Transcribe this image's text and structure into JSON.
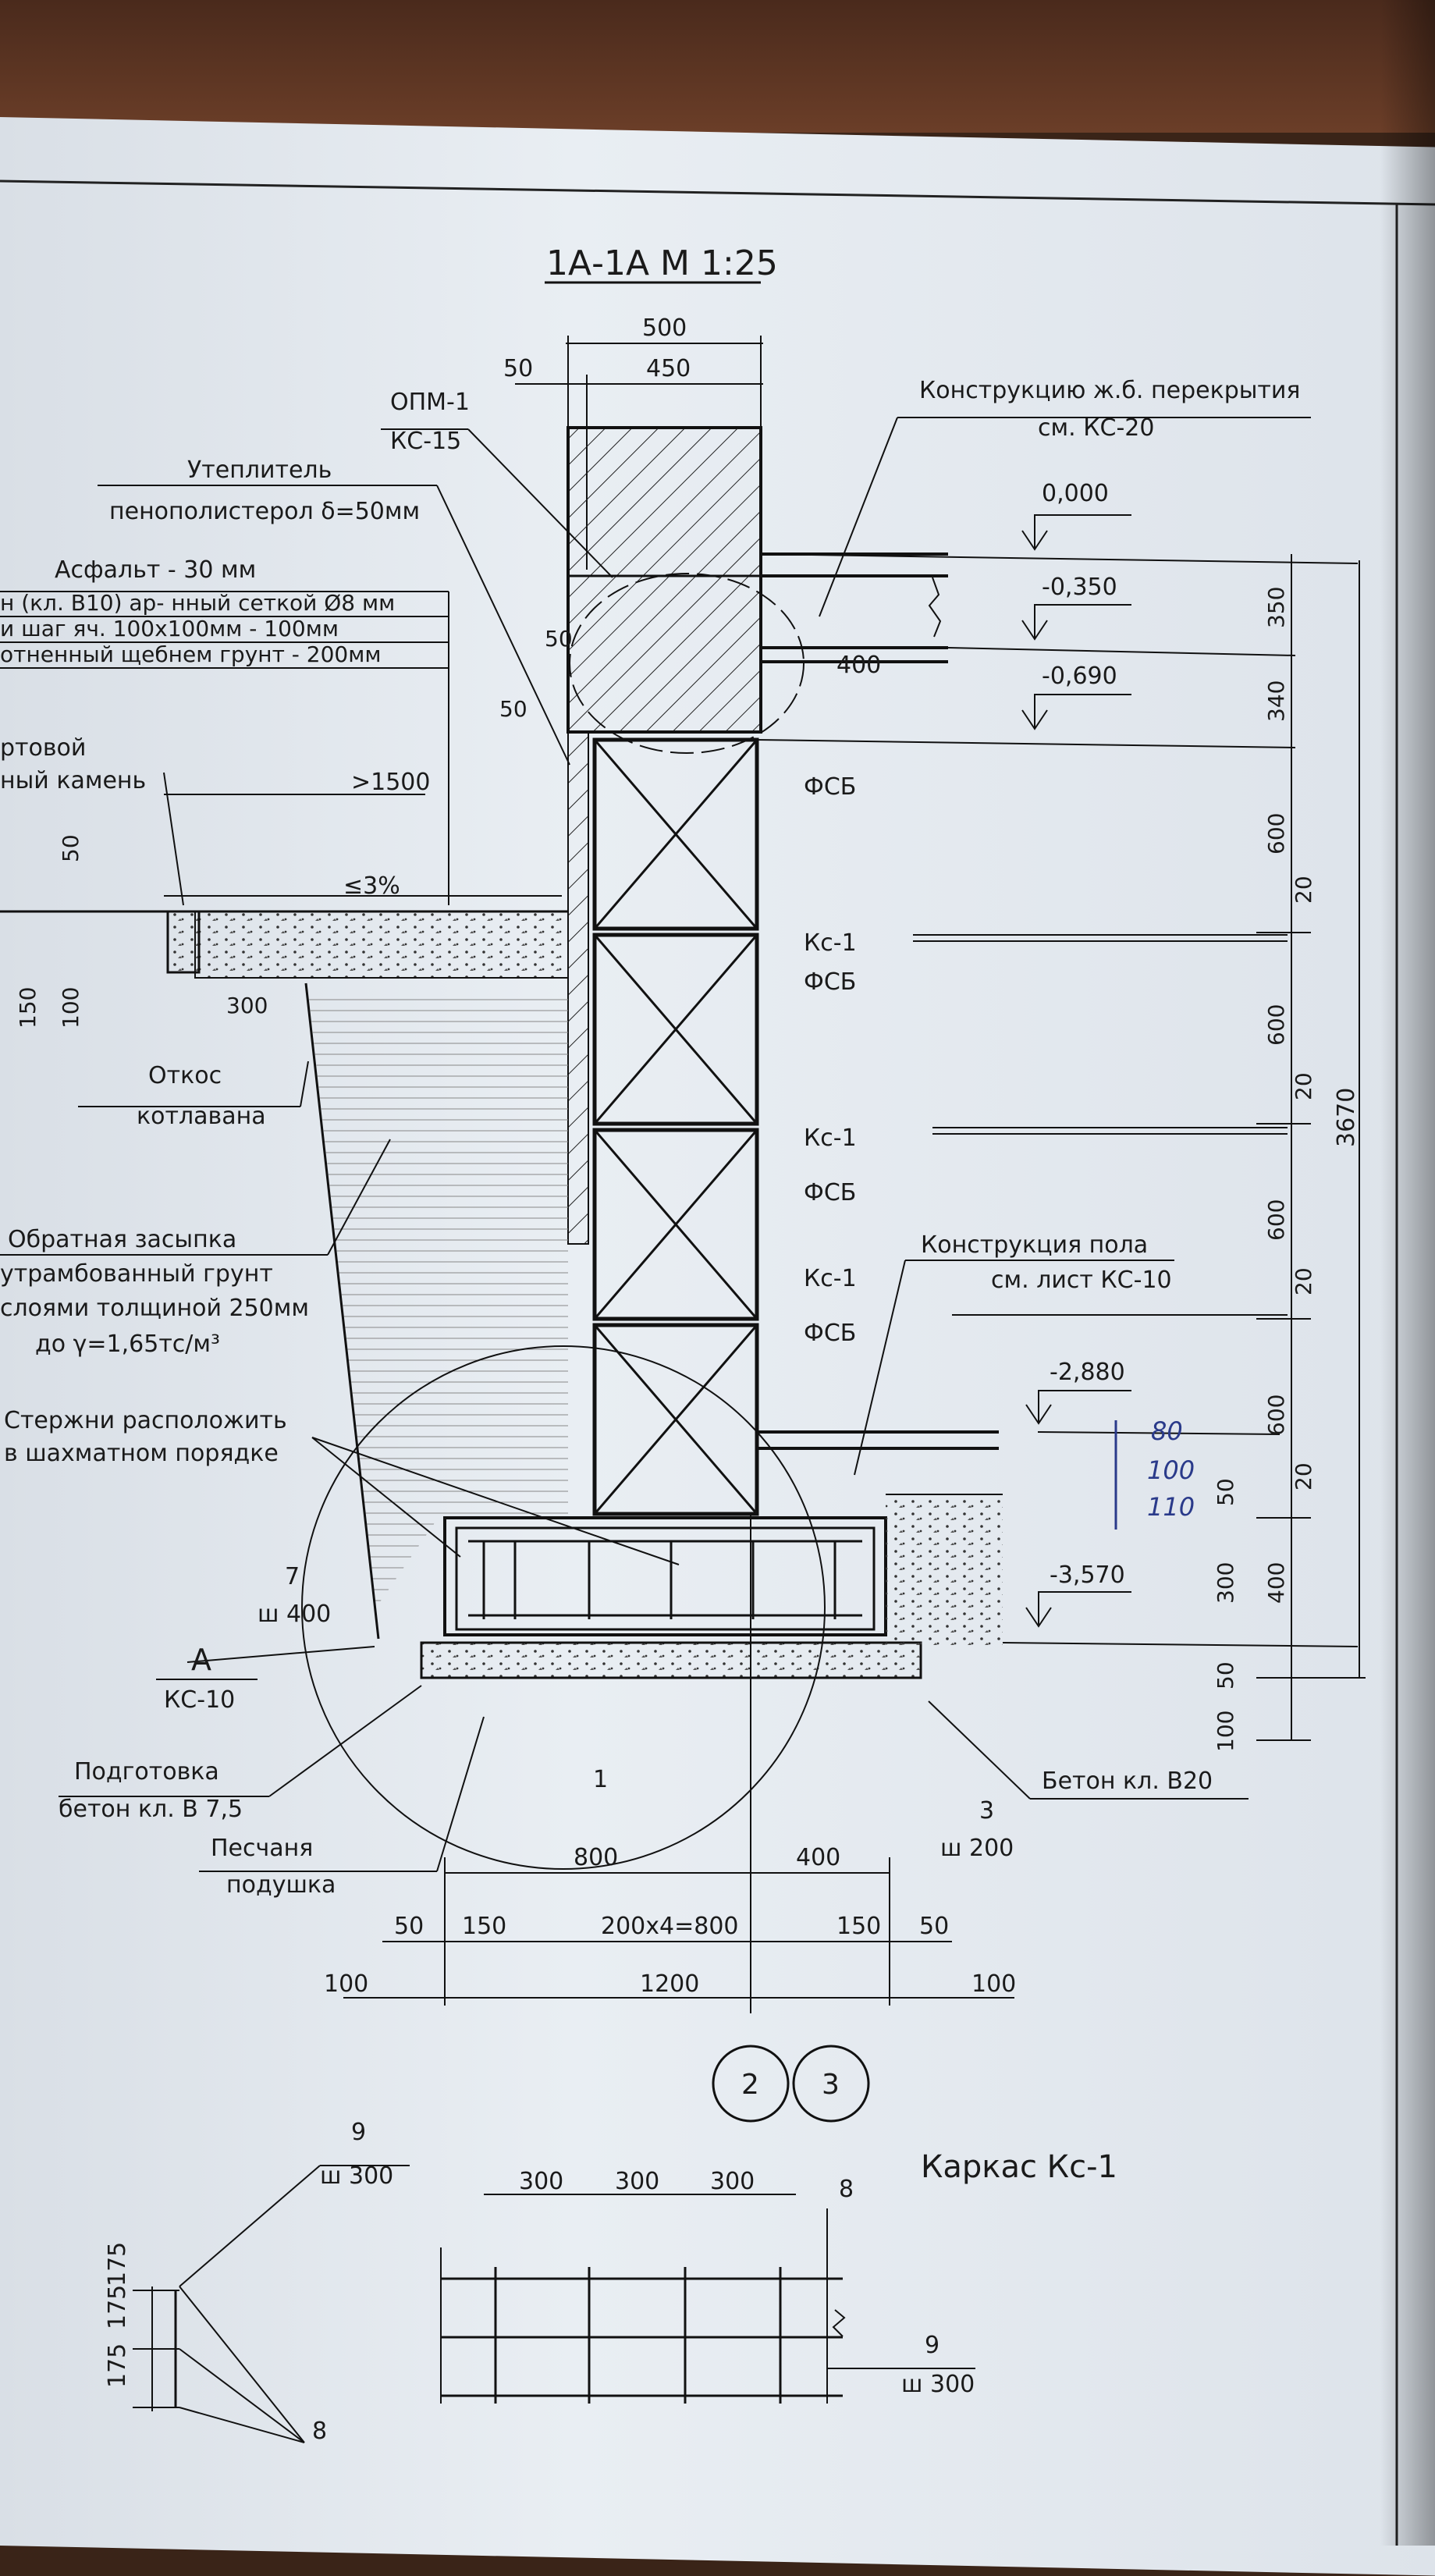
{
  "section_title": "1А-1А  М 1:25",
  "frame_title": "Каркас Кс-1",
  "wall": {
    "dim_total": "500",
    "dim_outer": "50",
    "dim_inner": "450"
  },
  "callouts": {
    "opm_line1": "ОПМ-1",
    "opm_line2": "КС-15",
    "slab_line1": "Конструкцию ж.б. перекрытия",
    "slab_line2": "см. КС-20",
    "insul_line1": "Утеплитель",
    "insul_line2": "пенополистерол δ=50мм",
    "asphalt": "Асфальт        - 30 мм",
    "concrete_mesh": "н (кл. В10)  ар- нный сеткой Ø8 мм",
    "mesh_step": "и шаг яч. 100х100мм -  100мм",
    "gravel": "отненный щебнем грунт  - 200мм",
    "curb_line1": "ртовой",
    "curb_line2": "ный камень",
    "slope_line1": "Откос",
    "slope_line2": "котлавана",
    "backfill_line1": "Обратная засыпка",
    "backfill_line2": "утрамбованный грунт",
    "backfill_line3": "слоями толщиной 250мм",
    "backfill_line4": "до γ=1,65тс/м³",
    "bars_line1": "Стержни расположить",
    "bars_line2": "в шахматном порядке",
    "floor_line1": "Конструкция пола",
    "floor_line2": "см. лист КС-10",
    "prep_line1": "Подготовка",
    "prep_line2": "бетон кл. В 7,5",
    "sand_line1": "Песчаня",
    "sand_line2": "подушка",
    "concrete_b20": "Бетон кл. В20",
    "fsb": "ФСБ",
    "kc1": "Кс-1",
    "section_mark": "А",
    "section_sheet": "КС-10"
  },
  "levels": [
    "0,000",
    "-0,350",
    "-0,690",
    "-2,880",
    "-3,570"
  ],
  "vertical_dims": [
    "350",
    "340",
    "600",
    "20",
    "600",
    "20",
    "600",
    "20",
    "600",
    "20",
    "50",
    "300",
    "50",
    "100",
    "400",
    "3670"
  ],
  "slab_dim": "400",
  "slope": "≤3%",
  "distance": ">1500",
  "left_dims": [
    "50",
    "150",
    "100",
    "300"
  ],
  "dims_50": "50",
  "handwritten": [
    "80",
    "100",
    "110"
  ],
  "rebar_marks": {
    "m7": "7",
    "m7_step": "ш 400",
    "m1": "1",
    "m3": "3",
    "m3_step": "ш 200",
    "m9": "9",
    "m9_step": "ш 300",
    "m8": "8"
  },
  "bottom_dims": {
    "left": "800",
    "right": "400",
    "d50": "50",
    "d150": "150",
    "middle": "200х4=800",
    "d100": "100",
    "total": "1200"
  },
  "axes": [
    "2",
    "3"
  ],
  "frame_dims": {
    "spacing": [
      "300",
      "300",
      "300"
    ],
    "side": [
      "175",
      "175"
    ]
  }
}
